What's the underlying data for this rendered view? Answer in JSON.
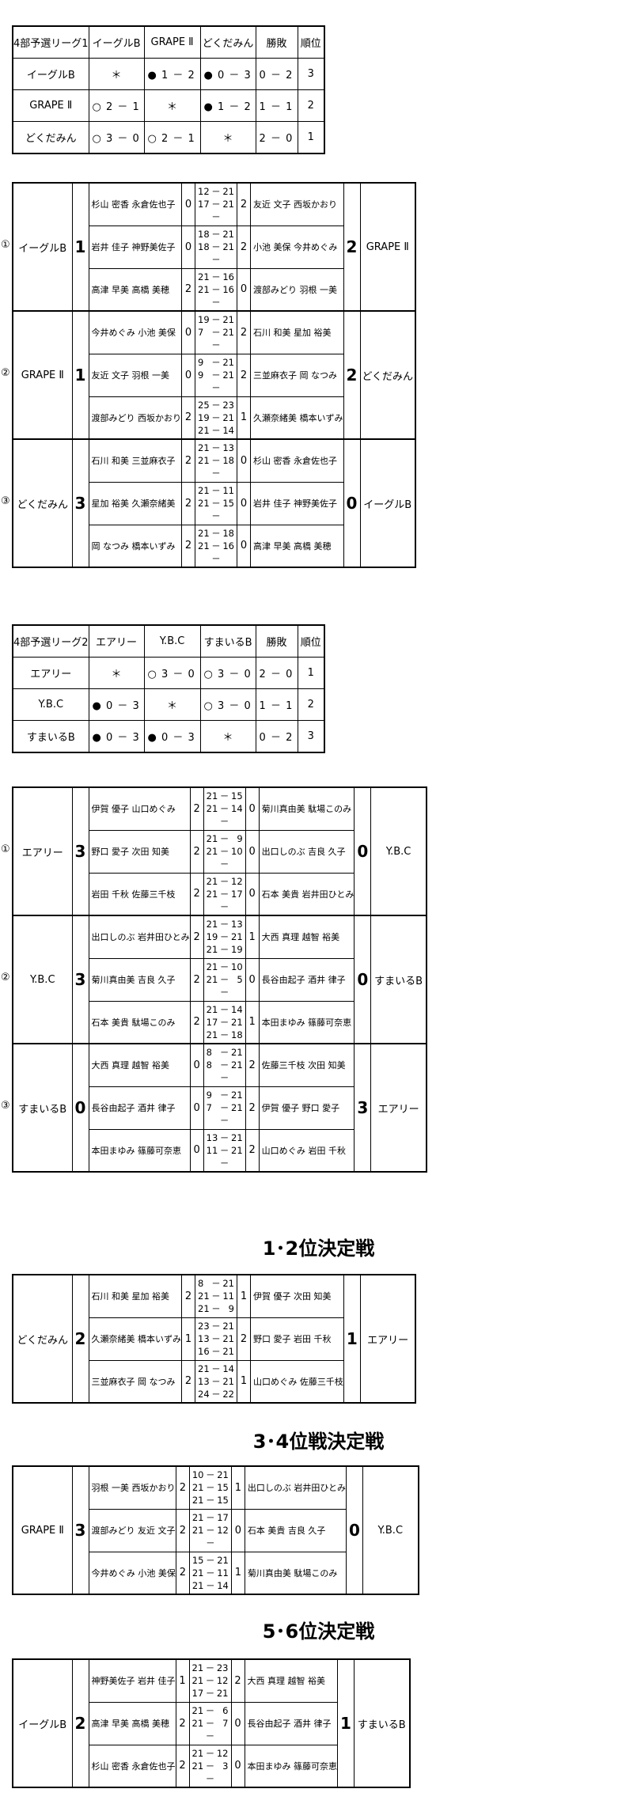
{
  "league1": {
    "title": "4部予選リーグ1",
    "columns": [
      "イーグルB",
      "GRAPE Ⅱ",
      "どくだみん",
      "勝敗",
      "順位"
    ],
    "rows": [
      {
        "team": "イーグルB",
        "cells": [
          "＊",
          "● 1 － 2",
          "● 0 － 3",
          "0 － 2",
          "3"
        ]
      },
      {
        "team": "GRAPE Ⅱ",
        "cells": [
          "○ 2 － 1",
          "＊",
          "● 1 － 2",
          "1 － 1",
          "2"
        ]
      },
      {
        "team": "どくだみん",
        "cells": [
          "○ 3 － 0",
          "○ 2 － 1",
          "＊",
          "2 － 0",
          "1"
        ]
      }
    ]
  },
  "league1_matches": [
    {
      "no": "①",
      "team1": "イーグルB",
      "total1": "1",
      "team2": "GRAPE Ⅱ",
      "total2": "2",
      "games": [
        {
          "p1": "杉山 密香 永倉佐也子",
          "s1": "0",
          "sets": [
            [
              "12",
              "21"
            ],
            [
              "17",
              "21"
            ],
            null
          ],
          "s2": "2",
          "p2": "友近 文子 西坂かおり"
        },
        {
          "p1": "岩井 佳子 神野美佐子",
          "s1": "0",
          "sets": [
            [
              "18",
              "21"
            ],
            [
              "18",
              "21"
            ],
            null
          ],
          "s2": "2",
          "p2": "小池 美保 今井めぐみ"
        },
        {
          "p1": "高津 早美 高橋 美穂",
          "s1": "2",
          "sets": [
            [
              "21",
              "16"
            ],
            [
              "21",
              "16"
            ],
            null
          ],
          "s2": "0",
          "p2": "渡部みどり 羽根 一美"
        }
      ]
    },
    {
      "no": "②",
      "team1": "GRAPE Ⅱ",
      "total1": "1",
      "team2": "どくだみん",
      "total2": "2",
      "games": [
        {
          "p1": "今井めぐみ 小池 美保",
          "s1": "0",
          "sets": [
            [
              "19",
              "21"
            ],
            [
              "7",
              "21"
            ],
            null
          ],
          "s2": "2",
          "p2": "石川 和美 星加 裕美"
        },
        {
          "p1": "友近 文子 羽根 一美",
          "s1": "0",
          "sets": [
            [
              "9",
              "21"
            ],
            [
              "9",
              "21"
            ],
            null
          ],
          "s2": "2",
          "p2": "三並麻衣子 岡 なつみ"
        },
        {
          "p1": "渡部みどり 西坂かおり",
          "s1": "2",
          "sets": [
            [
              "25",
              "23"
            ],
            [
              "19",
              "21"
            ],
            [
              "21",
              "14"
            ]
          ],
          "s2": "1",
          "p2": "久瀬奈緒美 橋本いずみ"
        }
      ]
    },
    {
      "no": "③",
      "team1": "どくだみん",
      "total1": "3",
      "team2": "イーグルB",
      "total2": "0",
      "games": [
        {
          "p1": "石川 和美 三並麻衣子",
          "s1": "2",
          "sets": [
            [
              "21",
              "13"
            ],
            [
              "21",
              "18"
            ],
            null
          ],
          "s2": "0",
          "p2": "杉山 密香 永倉佐也子"
        },
        {
          "p1": "星加 裕美 久瀬奈緒美",
          "s1": "2",
          "sets": [
            [
              "21",
              "11"
            ],
            [
              "21",
              "15"
            ],
            null
          ],
          "s2": "0",
          "p2": "岩井 佳子 神野美佐子"
        },
        {
          "p1": "岡 なつみ 橋本いずみ",
          "s1": "2",
          "sets": [
            [
              "21",
              "18"
            ],
            [
              "21",
              "16"
            ],
            null
          ],
          "s2": "0",
          "p2": "高津 早美 高橋 美穂"
        }
      ]
    }
  ],
  "league2": {
    "title": "4部予選リーグ2",
    "columns": [
      "エアリー",
      "Y.B.C",
      "すまいるB",
      "勝敗",
      "順位"
    ],
    "rows": [
      {
        "team": "エアリー",
        "cells": [
          "＊",
          "○ 3 － 0",
          "○ 3 － 0",
          "2 － 0",
          "1"
        ]
      },
      {
        "team": "Y.B.C",
        "cells": [
          "● 0 － 3",
          "＊",
          "○ 3 － 0",
          "1 － 1",
          "2"
        ]
      },
      {
        "team": "すまいるB",
        "cells": [
          "● 0 － 3",
          "● 0 － 3",
          "＊",
          "0 － 2",
          "3"
        ]
      }
    ]
  },
  "league2_matches": [
    {
      "no": "①",
      "team1": "エアリー",
      "total1": "3",
      "team2": "Y.B.C",
      "total2": "0",
      "games": [
        {
          "p1": "伊賀 優子 山口めぐみ",
          "s1": "2",
          "sets": [
            [
              "21",
              "15"
            ],
            [
              "21",
              "14"
            ],
            null
          ],
          "s2": "0",
          "p2": "菊川真由美 駄場このみ"
        },
        {
          "p1": "野口 愛子 次田 知美",
          "s1": "2",
          "sets": [
            [
              "21",
              "9"
            ],
            [
              "21",
              "10"
            ],
            null
          ],
          "s2": "0",
          "p2": "出口しのぶ 吉良 久子"
        },
        {
          "p1": "岩田 千秋 佐藤三千枝",
          "s1": "2",
          "sets": [
            [
              "21",
              "12"
            ],
            [
              "21",
              "17"
            ],
            null
          ],
          "s2": "0",
          "p2": "石本 美貴 岩井田ひとみ"
        }
      ]
    },
    {
      "no": "②",
      "team1": "Y.B.C",
      "total1": "3",
      "team2": "すまいるB",
      "total2": "0",
      "games": [
        {
          "p1": "出口しのぶ 岩井田ひとみ",
          "s1": "2",
          "sets": [
            [
              "21",
              "13"
            ],
            [
              "19",
              "21"
            ],
            [
              "21",
              "19"
            ]
          ],
          "s2": "1",
          "p2": "大西 真理 越智 裕美"
        },
        {
          "p1": "菊川真由美 吉良 久子",
          "s1": "2",
          "sets": [
            [
              "21",
              "10"
            ],
            [
              "21",
              "5"
            ],
            null
          ],
          "s2": "0",
          "p2": "長谷由起子 酒井 律子"
        },
        {
          "p1": "石本 美貴 駄場このみ",
          "s1": "2",
          "sets": [
            [
              "21",
              "14"
            ],
            [
              "17",
              "21"
            ],
            [
              "21",
              "18"
            ]
          ],
          "s2": "1",
          "p2": "本田まゆみ 篠藤可奈恵"
        }
      ]
    },
    {
      "no": "③",
      "team1": "すまいるB",
      "total1": "0",
      "team2": "エアリー",
      "total2": "3",
      "games": [
        {
          "p1": "大西 真理 越智 裕美",
          "s1": "0",
          "sets": [
            [
              "8",
              "21"
            ],
            [
              "8",
              "21"
            ],
            null
          ],
          "s2": "2",
          "p2": "佐藤三千枝 次田 知美"
        },
        {
          "p1": "長谷由起子 酒井 律子",
          "s1": "0",
          "sets": [
            [
              "9",
              "21"
            ],
            [
              "7",
              "21"
            ],
            null
          ],
          "s2": "2",
          "p2": "伊賀 優子 野口 愛子"
        },
        {
          "p1": "本田まゆみ 篠藤可奈恵",
          "s1": "0",
          "sets": [
            [
              "13",
              "21"
            ],
            [
              "11",
              "21"
            ],
            null
          ],
          "s2": "2",
          "p2": "山口めぐみ 岩田 千秋"
        }
      ]
    }
  ],
  "finals": [
    {
      "title": "1･2位決定戦",
      "team1": "どくだみん",
      "total1": "2",
      "team2": "エアリー",
      "total2": "1",
      "games": [
        {
          "p1": "石川 和美 星加 裕美",
          "s1": "2",
          "sets": [
            [
              "8",
              "21"
            ],
            [
              "21",
              "11"
            ],
            [
              "21",
              "9"
            ]
          ],
          "s2": "1",
          "p2": "伊賀 優子 次田 知美"
        },
        {
          "p1": "久瀬奈緒美 橋本いずみ",
          "s1": "1",
          "sets": [
            [
              "23",
              "21"
            ],
            [
              "13",
              "21"
            ],
            [
              "16",
              "21"
            ]
          ],
          "s2": "2",
          "p2": "野口 愛子 岩田 千秋"
        },
        {
          "p1": "三並麻衣子 岡 なつみ",
          "s1": "2",
          "sets": [
            [
              "21",
              "14"
            ],
            [
              "13",
              "21"
            ],
            [
              "24",
              "22"
            ]
          ],
          "s2": "1",
          "p2": "山口めぐみ 佐藤三千枝"
        }
      ]
    },
    {
      "title": "3･4位戦決定戦",
      "team1": "GRAPE Ⅱ",
      "total1": "3",
      "team2": "Y.B.C",
      "total2": "0",
      "games": [
        {
          "p1": "羽根 一美 西坂かおり",
          "s1": "2",
          "sets": [
            [
              "10",
              "21"
            ],
            [
              "21",
              "15"
            ],
            [
              "21",
              "15"
            ]
          ],
          "s2": "1",
          "p2": "出口しのぶ 岩井田ひとみ"
        },
        {
          "p1": "渡部みどり 友近 文子",
          "s1": "2",
          "sets": [
            [
              "21",
              "17"
            ],
            [
              "21",
              "12"
            ],
            null
          ],
          "s2": "0",
          "p2": "石本 美貴 吉良 久子"
        },
        {
          "p1": "今井めぐみ 小池 美保",
          "s1": "2",
          "sets": [
            [
              "15",
              "21"
            ],
            [
              "21",
              "11"
            ],
            [
              "21",
              "14"
            ]
          ],
          "s2": "1",
          "p2": "菊川真由美 駄場このみ"
        }
      ]
    },
    {
      "title": "5･6位決定戦",
      "team1": "イーグルB",
      "total1": "2",
      "team2": "すまいるB",
      "total2": "1",
      "games": [
        {
          "p1": "神野美佐子 岩井 佳子",
          "s1": "1",
          "sets": [
            [
              "21",
              "23"
            ],
            [
              "21",
              "12"
            ],
            [
              "17",
              "21"
            ]
          ],
          "s2": "2",
          "p2": "大西 真理 越智 裕美"
        },
        {
          "p1": "高津 早美 高橋 美穂",
          "s1": "2",
          "sets": [
            [
              "21",
              "6"
            ],
            [
              "21",
              "7"
            ],
            null
          ],
          "s2": "0",
          "p2": "長谷由起子 酒井 律子"
        },
        {
          "p1": "杉山 密香 永倉佐也子",
          "s1": "2",
          "sets": [
            [
              "21",
              "12"
            ],
            [
              "21",
              "3"
            ],
            null
          ],
          "s2": "0",
          "p2": "本田まゆみ 篠藤可奈恵"
        }
      ]
    }
  ],
  "dash": "－"
}
